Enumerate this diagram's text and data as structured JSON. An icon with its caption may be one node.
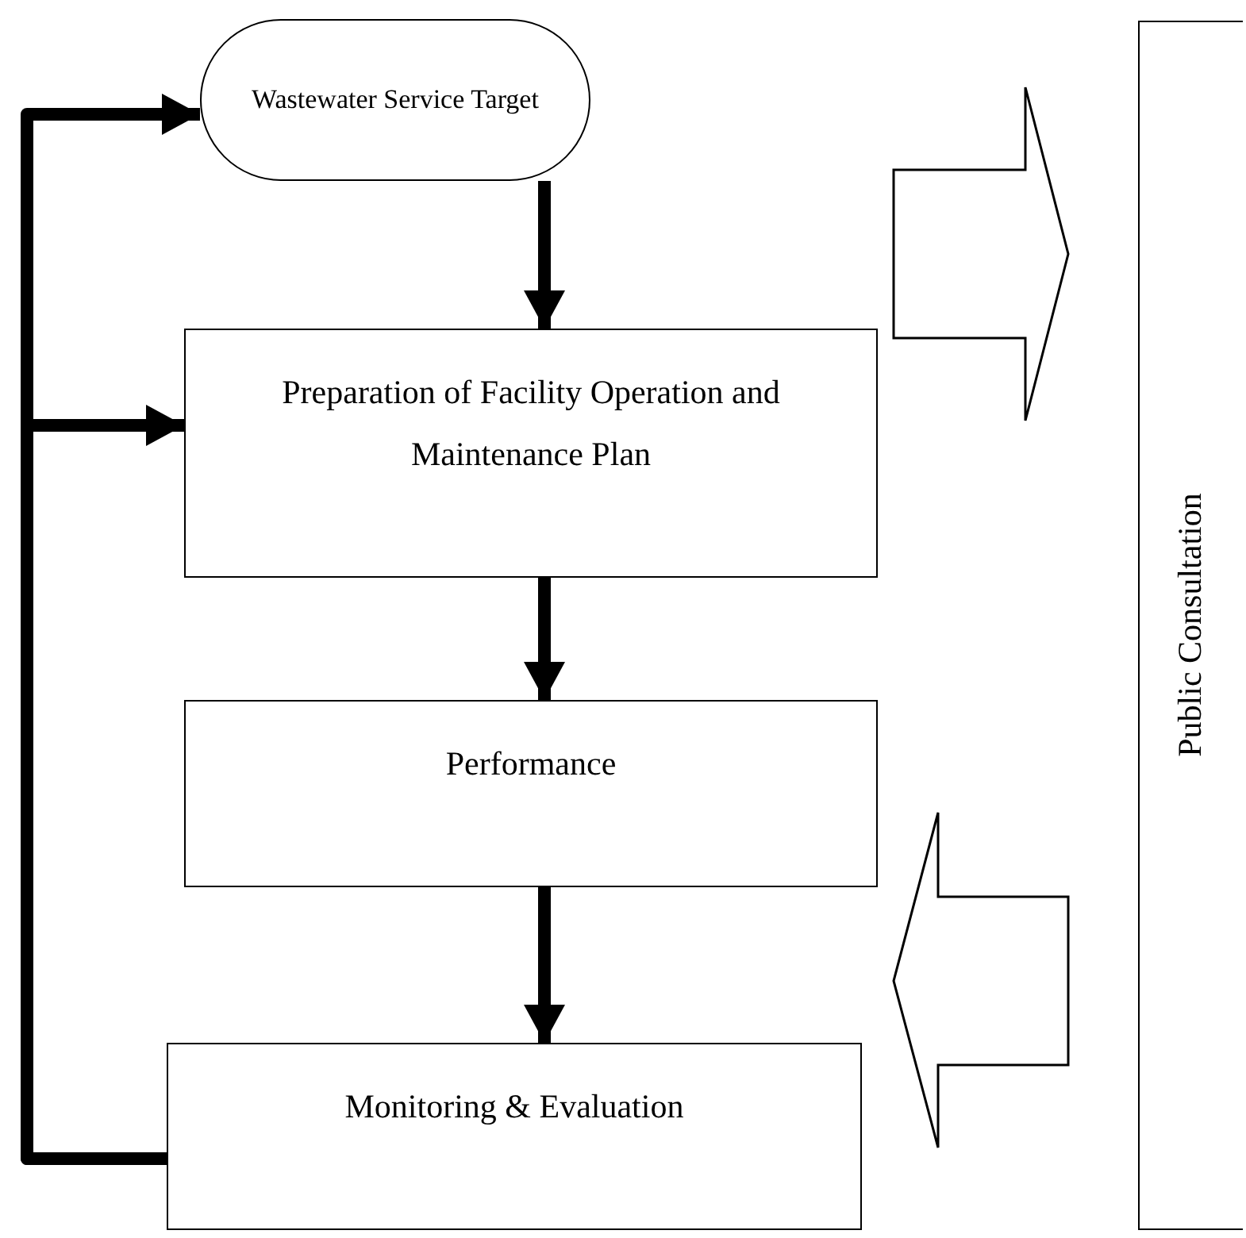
{
  "diagram": {
    "nodes": [
      {
        "text": [
          "Wastewater Service Target"
        ]
      },
      {
        "text": [
          "Preparation of Facility Operation and Maintenance Plan"
        ]
      },
      {
        "text": [
          "Performance"
        ]
      },
      {
        "text": [
          "Monitoring & Evaluation"
        ]
      },
      {
        "text": [
          "Public Consultation"
        ]
      }
    ],
    "edges": [
      {
        "from": 0,
        "to": 1,
        "arrow": "to"
      },
      {
        "from": 1,
        "to": 2,
        "arrow": "to"
      },
      {
        "from": 2,
        "to": 3,
        "arrow": "to"
      },
      {
        "from": 3,
        "to": 0,
        "arrow": "to"
      },
      {
        "from": 3,
        "to": 1,
        "arrow": "to"
      }
    ]
  }
}
